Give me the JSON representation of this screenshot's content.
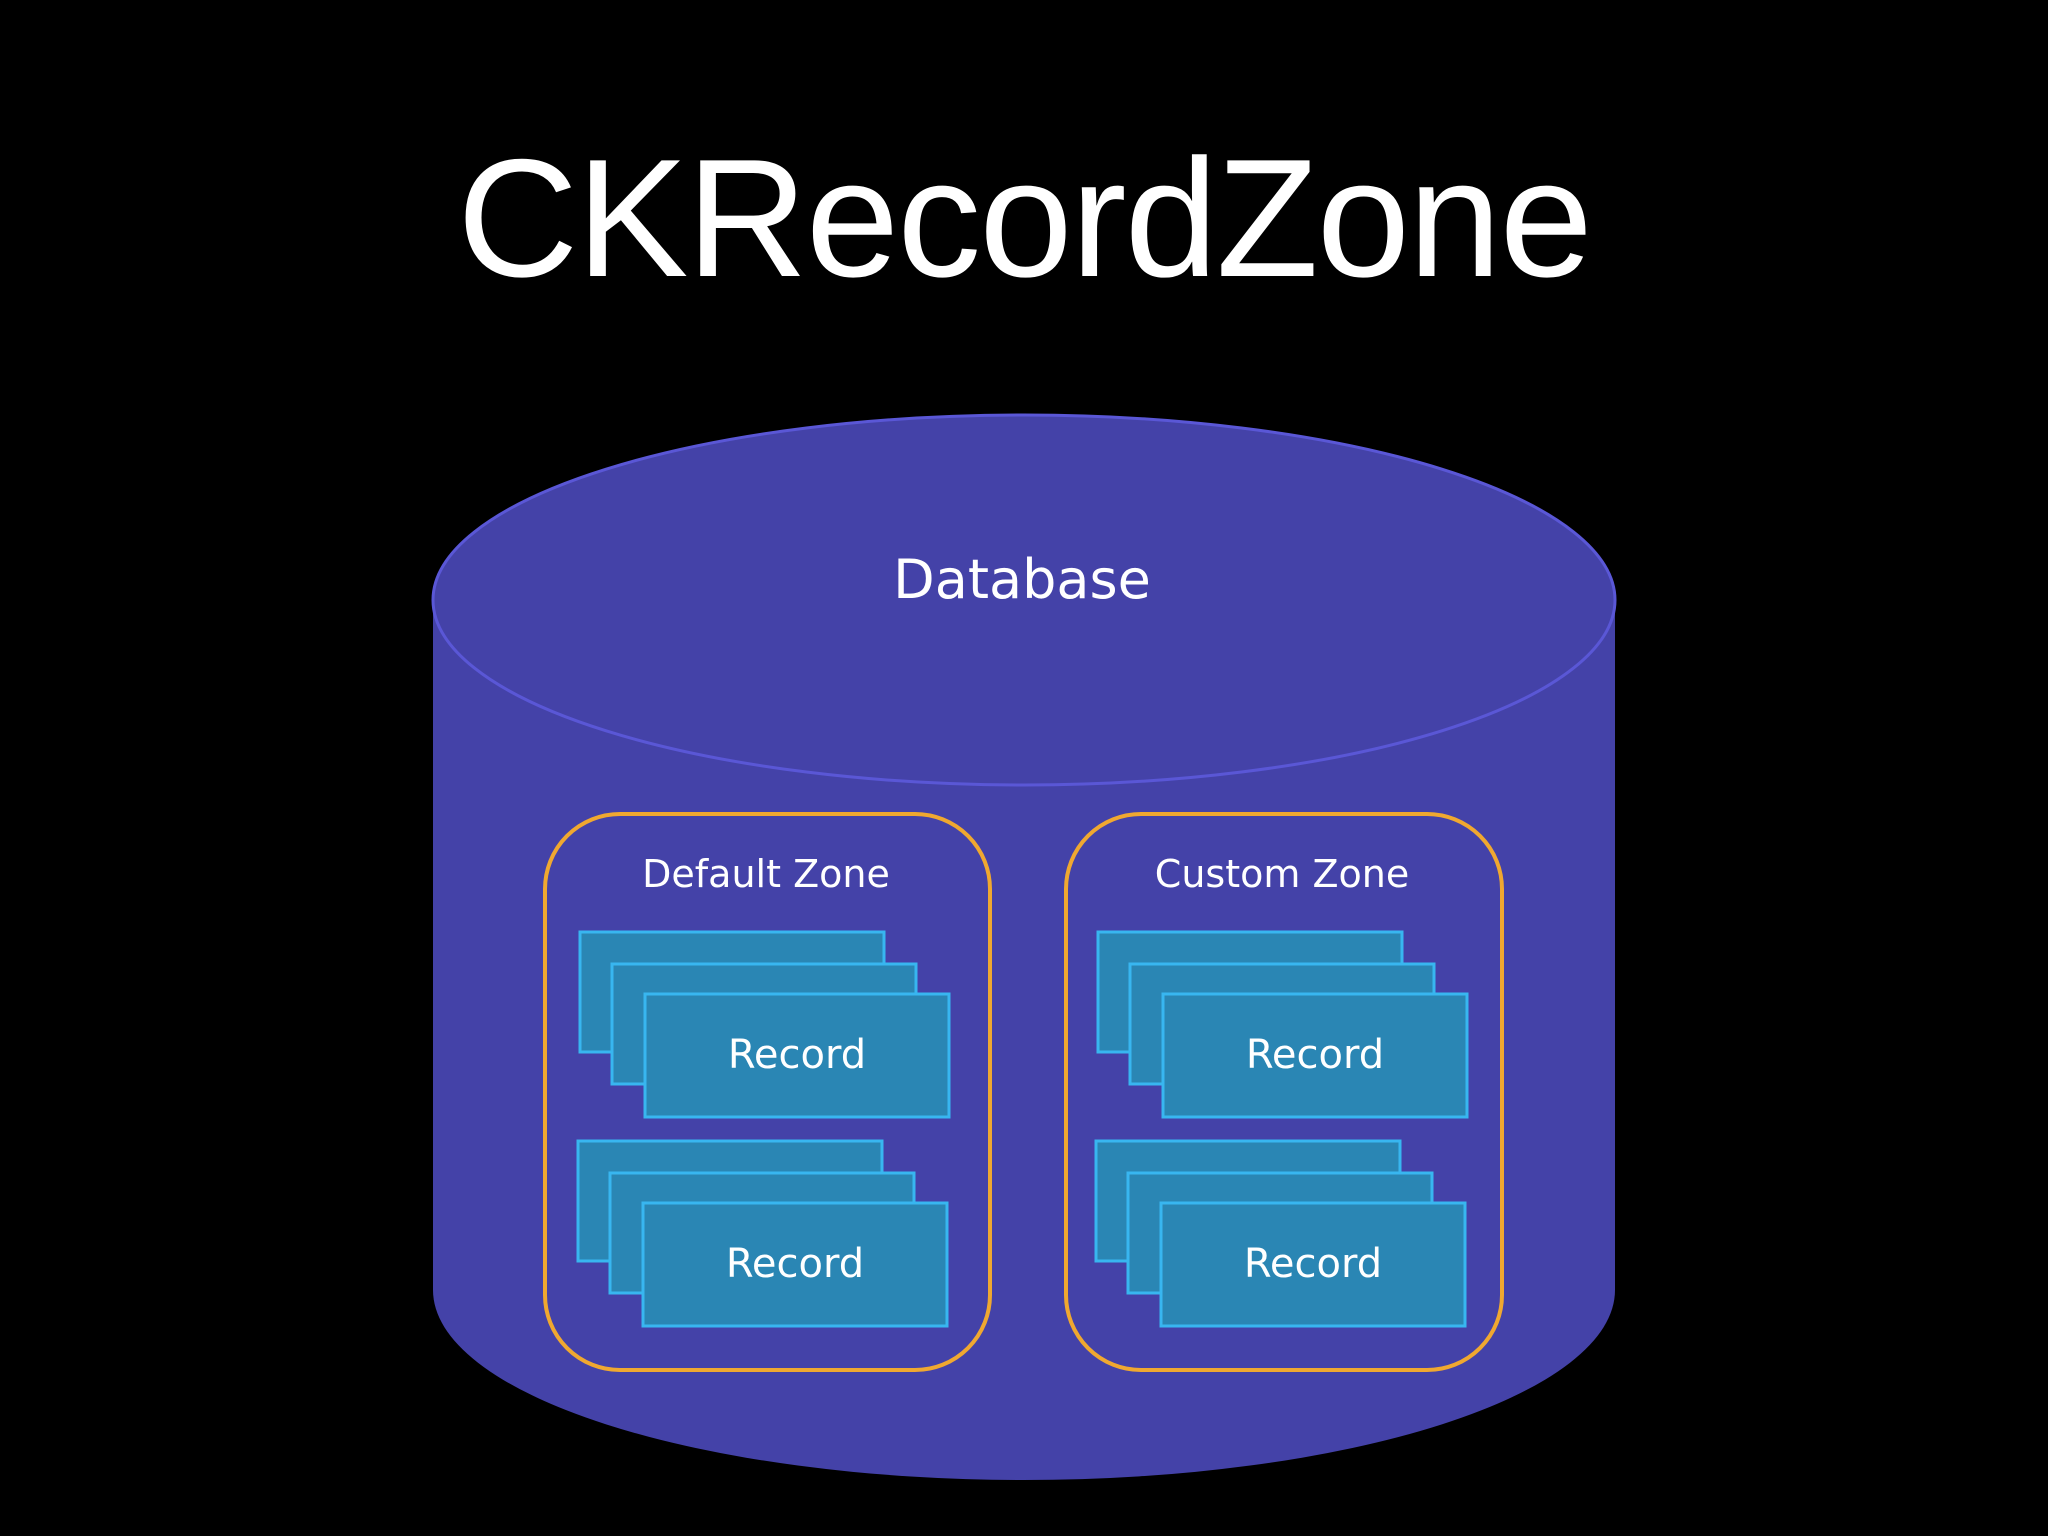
{
  "title": "CKRecordZone",
  "database": {
    "label": "Database"
  },
  "zones": [
    {
      "label": "Default Zone",
      "records": [
        "Record",
        "Record"
      ]
    },
    {
      "label": "Custom Zone",
      "records": [
        "Record",
        "Record"
      ]
    }
  ],
  "colors": {
    "background": "#000000",
    "cylinder": "#4442a8",
    "cylinder_edge": "#5a57d6",
    "zone_border": "#f0a830",
    "record_fill": "#2a86b4",
    "record_border": "#38b6f0",
    "text": "#ffffff"
  }
}
